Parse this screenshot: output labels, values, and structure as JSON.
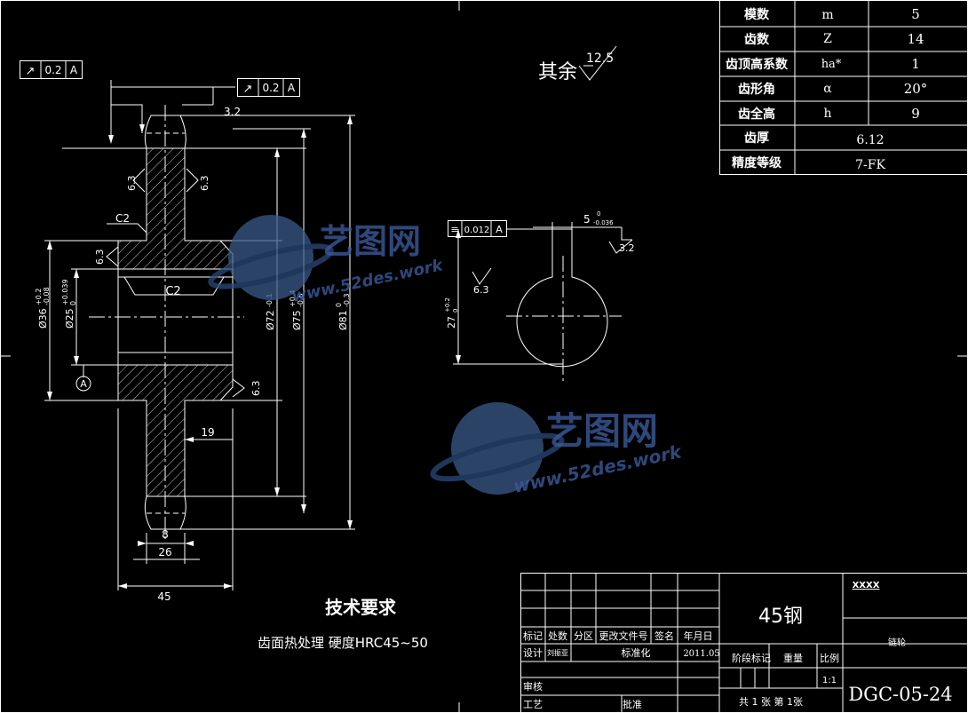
{
  "params_table": {
    "rows": [
      {
        "name": "模数",
        "symbol": "m",
        "value": "5"
      },
      {
        "name": "齿数",
        "symbol": "Z",
        "value": "14"
      },
      {
        "name": "齿顶高系数",
        "symbol": "ha*",
        "value": "1"
      },
      {
        "name": "齿形角",
        "symbol": "α",
        "value": "20°"
      },
      {
        "name": "齿全高",
        "symbol": "h",
        "value": "9"
      },
      {
        "name": "齿厚",
        "symbol": "",
        "value": "6.12"
      },
      {
        "name": "精度等级",
        "symbol": "",
        "value": "7-FK"
      }
    ]
  },
  "surface_note": {
    "label": "其余",
    "roughness": "12.5"
  },
  "tolerance_frames": [
    {
      "symbol": "↗",
      "value": "0.2",
      "datum": "A"
    },
    {
      "symbol": "↗",
      "value": "0.2",
      "datum": "A"
    },
    {
      "symbol": "≡",
      "value": "0.012",
      "datum": "A"
    }
  ],
  "datum_label": "A",
  "dimensions": {
    "chamfer_top": "3.2",
    "roughness_63": "6.3",
    "roughness_32": "3.2",
    "c2": "C2",
    "d36": "Ø36",
    "d36_tol_up": "+0.2",
    "d36_tol_dn": "-0.08",
    "d25": "Ø25",
    "d25_tol_up": "+0.039",
    "d25_tol_dn": "0",
    "d72": "Ø72",
    "d72_tol": "-0.1",
    "d75": "Ø75",
    "d75_tol_up": "+0.4",
    "d75_tol_dn": "-0.6",
    "d81": "Ø81",
    "d81_tol_up": "0",
    "d81_tol_dn": "-0.3",
    "w19": "19",
    "w8": "8",
    "w26": "26",
    "w45": "45",
    "key_width": "5",
    "key_tol_up": "0",
    "key_tol_dn": "-0.036",
    "key_depth": "27",
    "key_depth_tol_up": "+0.2",
    "key_depth_tol_dn": "0"
  },
  "tech_req": {
    "title": "技术要求",
    "text": "齿面热处理  硬度HRC45~50"
  },
  "title_block": {
    "material": "45钢",
    "company": "XXXX",
    "part_name": "链轮",
    "drawing_no": "DGC-05-24",
    "headers": [
      "标记",
      "处数",
      "分区",
      "更改文件号",
      "签名",
      "年月日"
    ],
    "design_label": "设计",
    "designer": "刘振亚",
    "standard_label": "标准化",
    "date": "2011.05",
    "stage_label": "阶段标记",
    "weight_label": "重量",
    "scale_label": "比例",
    "scale": "1:1",
    "review_label": "审核",
    "process_label": "工艺",
    "approve_label": "批准",
    "sheets": "共 1 张 第 1张"
  },
  "watermark": {
    "brand": "艺图网",
    "url": "www.52des.work"
  }
}
